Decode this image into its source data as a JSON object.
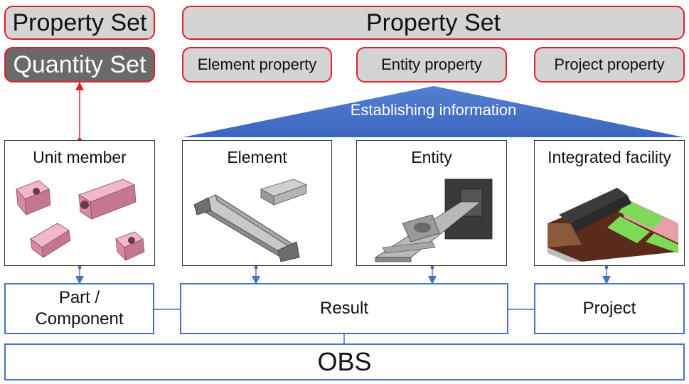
{
  "top_left": {
    "property_set": "Property Set",
    "quantity_set": "Quantity Set"
  },
  "property_header": "Property Set",
  "properties": [
    {
      "label": "Element property"
    },
    {
      "label": "Entity property"
    },
    {
      "label": "Project property"
    }
  ],
  "banner": "Establishing information",
  "cards": [
    {
      "title": "Unit member"
    },
    {
      "title": "Element"
    },
    {
      "title": "Entity"
    },
    {
      "title": "Integrated facility"
    }
  ],
  "bottom": {
    "part_component_line1": "Part /",
    "part_component_line2": "Component",
    "result": "Result",
    "project": "Project",
    "obs": "OBS"
  },
  "colors": {
    "red_border": "#e0202a",
    "grey_fill": "#d4d4d4",
    "dark_fill": "#6a6a6a",
    "blue": "#4472c4",
    "pink_part": "#d98aa0",
    "green_field": "#7ed957"
  }
}
